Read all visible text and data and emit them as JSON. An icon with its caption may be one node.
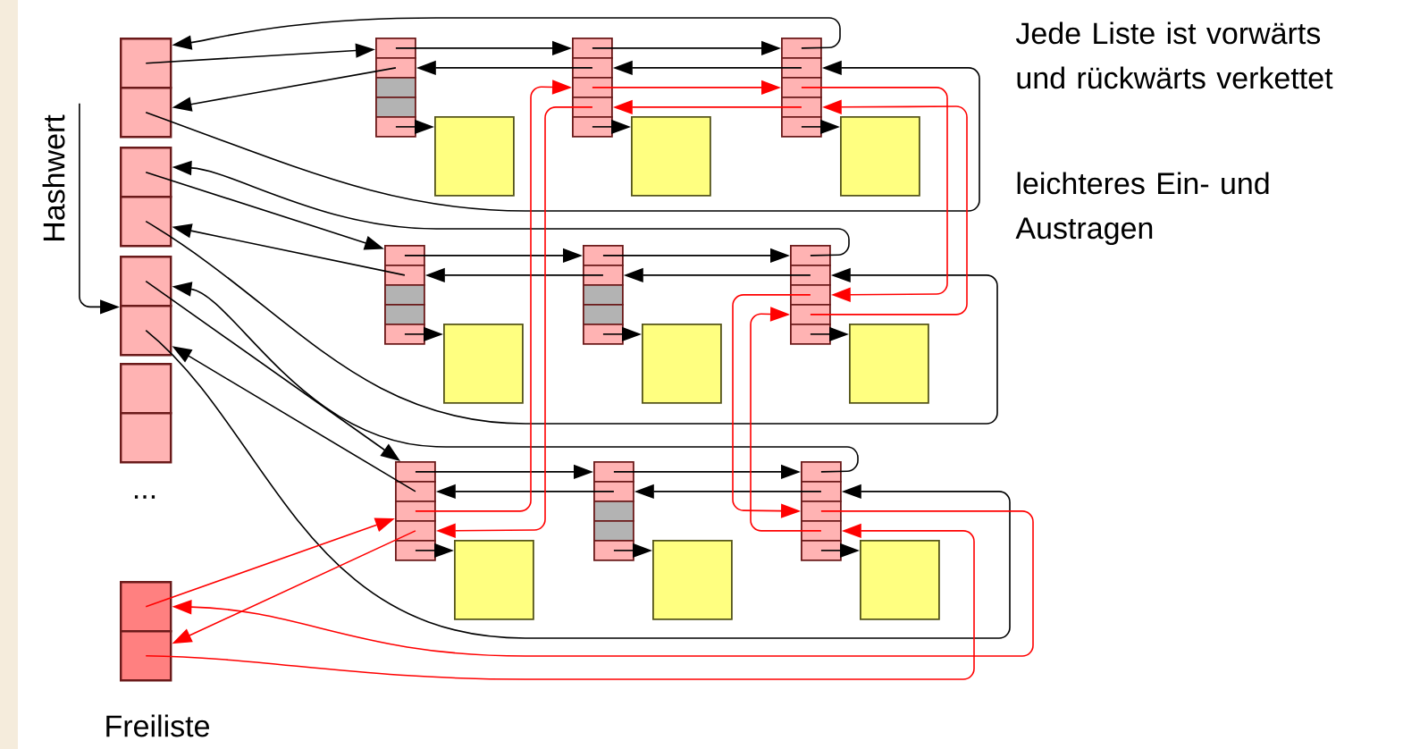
{
  "diagram": {
    "nodes": [
      {
        "text": [
          "Hashwert"
        ]
      },
      {
        "text": [],
        "shape": "box"
      },
      {
        "text": [],
        "shape": "box"
      },
      {
        "text": [],
        "shape": "box"
      },
      {
        "text": [],
        "shape": "box"
      },
      {
        "text": [],
        "shape": "box"
      },
      {
        "text": [],
        "shape": "box"
      },
      {
        "text": [],
        "shape": "box"
      },
      {
        "text": [],
        "shape": "box"
      },
      {
        "text": [],
        "shape": "box"
      },
      {
        "text": [],
        "shape": "box"
      },
      {
        "text": [],
        "shape": "box"
      },
      {
        "text": [],
        "shape": "box"
      },
      {
        "text": [],
        "shape": "box"
      },
      {
        "text": [],
        "shape": "box"
      },
      {
        "text": [],
        "shape": "box"
      },
      {
        "text": [],
        "shape": "box"
      },
      {
        "text": [],
        "shape": "box"
      },
      {
        "text": [],
        "shape": "box"
      },
      {
        "text": [],
        "shape": "box"
      },
      {
        "text": [],
        "shape": "box"
      },
      {
        "text": [],
        "shape": "box"
      },
      {
        "text": [],
        "shape": "box"
      },
      {
        "text": [],
        "shape": "box"
      },
      {
        "text": [],
        "shape": "box"
      },
      {
        "text": [],
        "shape": "box"
      },
      {
        "text": [],
        "shape": "box"
      },
      {
        "text": [],
        "shape": "box"
      },
      {
        "text": [],
        "shape": "box"
      },
      {
        "text": [],
        "shape": "box"
      },
      {
        "text": [],
        "shape": "box"
      },
      {
        "text": [],
        "shape": "box"
      },
      {
        "text": [],
        "shape": "box"
      },
      {
        "text": [],
        "shape": "box"
      },
      {
        "text": [],
        "shape": "box"
      },
      {
        "text": [],
        "shape": "box"
      },
      {
        "text": [],
        "shape": "box"
      },
      {
        "text": [],
        "shape": "box"
      },
      {
        "text": [],
        "shape": "box"
      },
      {
        "text": [],
        "shape": "box"
      },
      {
        "text": [],
        "shape": "box"
      },
      {
        "text": [],
        "shape": "box"
      },
      {
        "text": [],
        "shape": "box"
      },
      {
        "text": [],
        "shape": "box"
      },
      {
        "text": [],
        "shape": "box"
      },
      {
        "text": [],
        "shape": "box"
      },
      {
        "text": [],
        "shape": "box"
      },
      {
        "text": [],
        "shape": "box"
      },
      {
        "text": [],
        "shape": "box"
      },
      {
        "text": [],
        "shape": "box"
      },
      {
        "text": [],
        "shape": "box"
      },
      {
        "text": [],
        "shape": "box"
      },
      {
        "text": [],
        "shape": "box"
      },
      {
        "text": [],
        "shape": "box"
      },
      {
        "text": [],
        "shape": "box"
      },
      {
        "text": [],
        "shape": "box"
      },
      {
        "text": [],
        "shape": "box"
      },
      {
        "text": [],
        "shape": "box"
      },
      {
        "text": [],
        "shape": "box"
      },
      {
        "text": [],
        "shape": "box"
      },
      {
        "text": [],
        "shape": "box"
      },
      {
        "text": [],
        "shape": "box"
      },
      {
        "text": [],
        "shape": "box"
      },
      {
        "text": [],
        "shape": "box"
      },
      {
        "text": [],
        "shape": "box"
      }
    ],
    "edges": [
      {
        "from": 0,
        "to": 5,
        "arrow": "to"
      },
      {
        "from": 1,
        "to": 11,
        "arrow": "to"
      },
      {
        "from": 12,
        "to": 2,
        "arrow": "to"
      },
      {
        "from": 11,
        "to": 17,
        "arrow": "to"
      },
      {
        "from": 17,
        "to": 23,
        "arrow": "to"
      },
      {
        "from": 24,
        "to": 18,
        "arrow": "to"
      },
      {
        "from": 18,
        "to": 12,
        "arrow": "to"
      },
      {
        "from": 23,
        "to": 1,
        "arrow": "to"
      },
      {
        "from": 2,
        "to": 24,
        "arrow": "to"
      },
      {
        "from": 3,
        "to": 29,
        "arrow": "to"
      },
      {
        "from": 30,
        "to": 4,
        "arrow": "to"
      },
      {
        "from": 29,
        "to": 35,
        "arrow": "to"
      },
      {
        "from": 35,
        "to": 41,
        "arrow": "to"
      },
      {
        "from": 42,
        "to": 36,
        "arrow": "to"
      },
      {
        "from": 36,
        "to": 30,
        "arrow": "to"
      },
      {
        "from": 41,
        "to": 3,
        "arrow": "to"
      },
      {
        "from": 4,
        "to": 42,
        "arrow": "to"
      },
      {
        "from": 5,
        "to": 47,
        "arrow": "to"
      },
      {
        "from": 48,
        "to": 6,
        "arrow": "to"
      },
      {
        "from": 47,
        "to": 53,
        "arrow": "to"
      },
      {
        "from": 53,
        "to": 59,
        "arrow": "to"
      },
      {
        "from": 60,
        "to": 54,
        "arrow": "to"
      },
      {
        "from": 54,
        "to": 48,
        "arrow": "to"
      },
      {
        "from": 59,
        "to": 5,
        "arrow": "to"
      },
      {
        "from": 6,
        "to": 60,
        "arrow": "to"
      },
      {
        "from": 15,
        "to": 16,
        "arrow": "to"
      },
      {
        "from": 21,
        "to": 22,
        "arrow": "to"
      },
      {
        "from": 27,
        "to": 28,
        "arrow": "to"
      },
      {
        "from": 33,
        "to": 34,
        "arrow": "to"
      },
      {
        "from": 39,
        "to": 40,
        "arrow": "to"
      },
      {
        "from": 45,
        "to": 46,
        "arrow": "to"
      },
      {
        "from": 51,
        "to": 52,
        "arrow": "to"
      },
      {
        "from": 57,
        "to": 58,
        "arrow": "to"
      },
      {
        "from": 63,
        "to": 64,
        "arrow": "to"
      },
      {
        "from": 9,
        "to": 49,
        "arrow": "to",
        "color": "#ff0000"
      },
      {
        "from": 50,
        "to": 10,
        "arrow": "to",
        "color": "#ff0000"
      },
      {
        "from": 49,
        "to": 19,
        "arrow": "to",
        "color": "#ff0000"
      },
      {
        "from": 20,
        "to": 50,
        "arrow": "to",
        "color": "#ff0000"
      },
      {
        "from": 19,
        "to": 25,
        "arrow": "to",
        "color": "#ff0000"
      },
      {
        "from": 26,
        "to": 20,
        "arrow": "to",
        "color": "#ff0000"
      },
      {
        "from": 25,
        "to": 43,
        "arrow": "to",
        "color": "#ff0000"
      },
      {
        "from": 44,
        "to": 26,
        "arrow": "to",
        "color": "#ff0000"
      },
      {
        "from": 43,
        "to": 61,
        "arrow": "to",
        "color": "#ff0000"
      },
      {
        "from": 62,
        "to": 44,
        "arrow": "to",
        "color": "#ff0000"
      },
      {
        "from": 61,
        "to": 9,
        "arrow": "to",
        "color": "#ff0000"
      },
      {
        "from": 10,
        "to": 62,
        "arrow": "to",
        "color": "#ff0000"
      }
    ],
    "labels": [
      "Jede Liste ist vorwärts und rückwärts verkettet",
      "leichteres Ein- und Austragen",
      "...",
      "Freiliste"
    ]
  }
}
